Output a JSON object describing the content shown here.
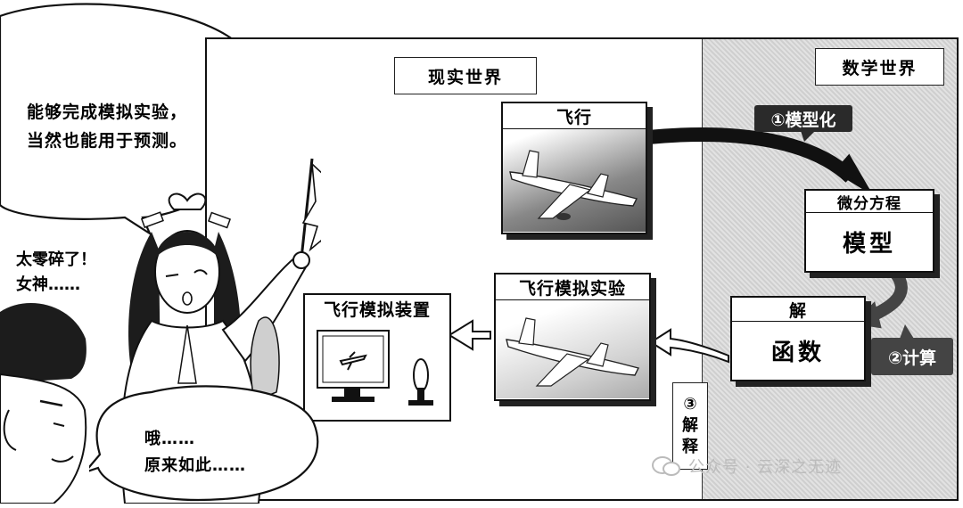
{
  "regions": {
    "real_world": "现实世界",
    "math_world": "数学世界"
  },
  "cards": {
    "flight": {
      "title": "飞行"
    },
    "flight_experiment": {
      "title": "飞行模拟实验"
    },
    "flight_simulator": {
      "title": "飞行模拟装置"
    },
    "model": {
      "title": "微分方程",
      "body": "模型"
    },
    "solution": {
      "title": "解",
      "body": "函数"
    }
  },
  "steps": {
    "modeling": "①模型化",
    "calculation": "②计算",
    "interpretation_num": "③",
    "interpretation_chars": [
      "解",
      "释"
    ]
  },
  "dialogue": {
    "goddess": [
      "能够完成模拟实验，",
      "当然也能用于预测。"
    ],
    "boy_aside": [
      "太零碎了！",
      "女神……"
    ],
    "boy_reply": [
      "哦……",
      "原来如此……"
    ]
  },
  "watermark": "公众号 · 云深之无迹"
}
